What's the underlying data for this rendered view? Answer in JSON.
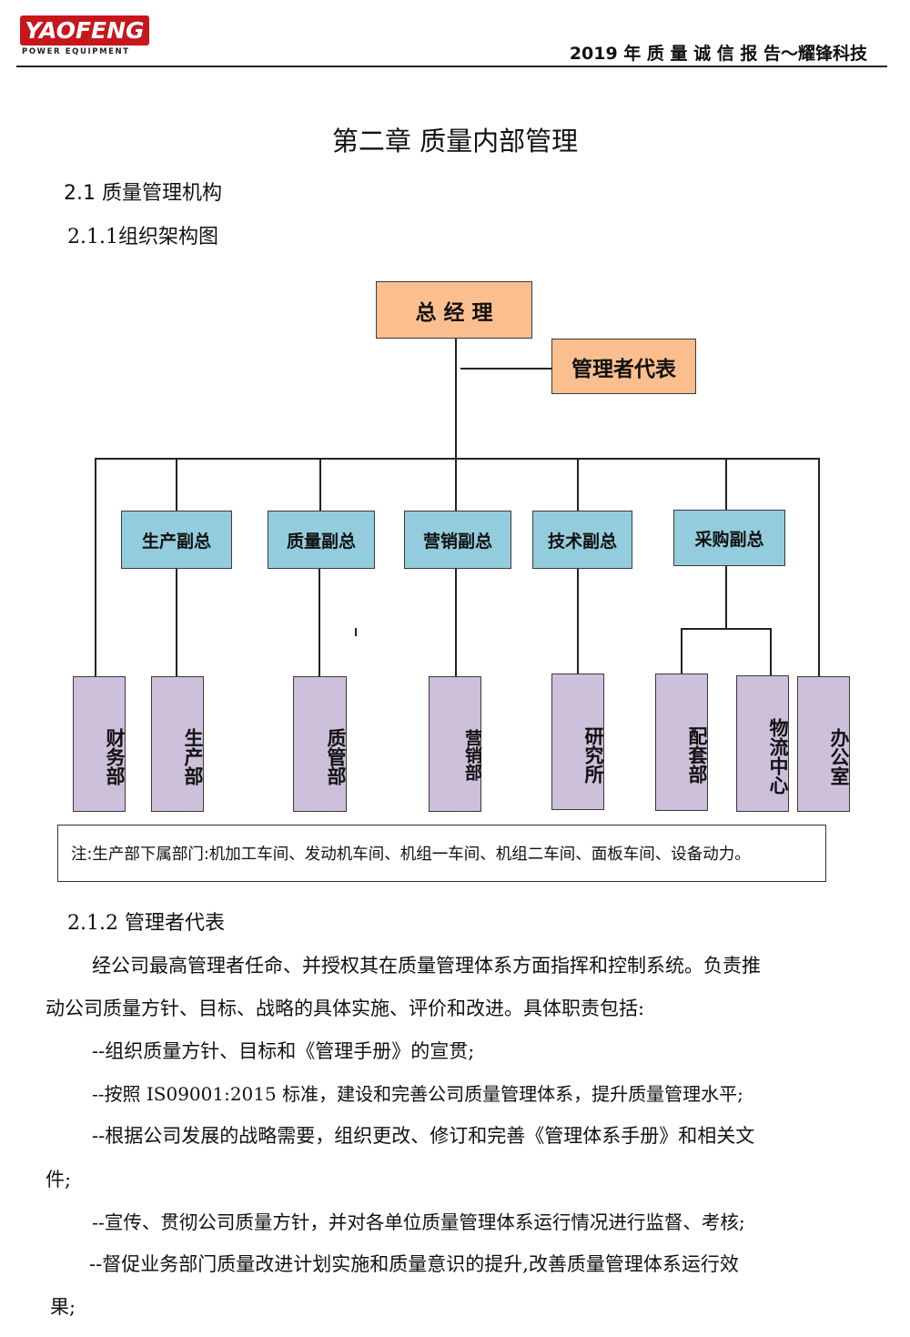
{
  "header": {
    "logo_text": "YAOFENG",
    "logo_subtext": "POWER EQUIPMENT",
    "title": "2019 年 质 量 诚 信 报 告～耀锋科技"
  },
  "chapter_title": "第二章 质量内部管理",
  "section_2_1": "2.1 质量管理机构",
  "section_2_1_1": "2.1.1组织架构图",
  "org_chart": {
    "top": "总 经 理",
    "representative": "管理者代表",
    "vice_presidents": [
      "生产副总",
      "质量副总",
      "营销副总",
      "技术副总",
      "采购副总"
    ],
    "departments": [
      "财务部",
      "生产部",
      "质管部",
      "营销部",
      "研究所",
      "配套部",
      "物流中心",
      "办公室"
    ],
    "colors": {
      "top": "#fbbf8f",
      "vp": "#93cddd",
      "dept": "#ccc0da"
    }
  },
  "note": "注:生产部下属部门:机加工车间、发动机车间、机组一车间、机组二车间、面板车间、设备动力。",
  "section_2_1_2": "2.1.2 管理者代表",
  "body": {
    "p1_line1": "经公司最高管理者任命、并授权其在质量管理体系方面指挥和控制系统。负责推",
    "p1_line2": "动公司质量方针、目标、战略的具体实施、评价和改进。具体职责包括:",
    "item1": "--组织质量方针、目标和《管理手册》的宣贯;",
    "item2": "--按照 IS09001:2015 标准，建设和完善公司质量管理体系，提升质量管理水平;",
    "item3_line1": "--根据公司发展的战略需要，组织更改、修订和完善《管理体系手册》和相关文",
    "item3_line2": "件;",
    "item4": "--宣传、贯彻公司质量方针，并对各单位质量管理体系运行情况进行监督、考核;",
    "item5_line1": "--督促业务部门质量改进计划实施和质量意识的提升,改善质量管理体系运行效",
    "item5_line2": "果;"
  }
}
